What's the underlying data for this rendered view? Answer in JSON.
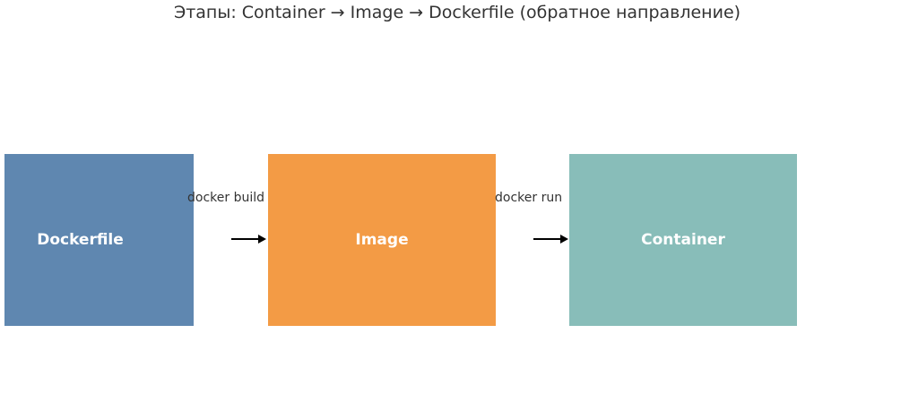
{
  "title": "Этапы: Container → Image → Dockerfile (обратное направление)",
  "nodes": [
    {
      "label": "Dockerfile",
      "color": "#5f87b0"
    },
    {
      "label": "Image",
      "color": "#f39b45"
    },
    {
      "label": "Container",
      "color": "#88bdb9"
    }
  ],
  "edges": [
    {
      "label": "docker build",
      "from": "Dockerfile",
      "to": "Image"
    },
    {
      "label": "docker run",
      "from": "Image",
      "to": "Container"
    }
  ],
  "colors": {
    "text": "#333333",
    "arrow": "#000000",
    "node_text": "#ffffff"
  }
}
